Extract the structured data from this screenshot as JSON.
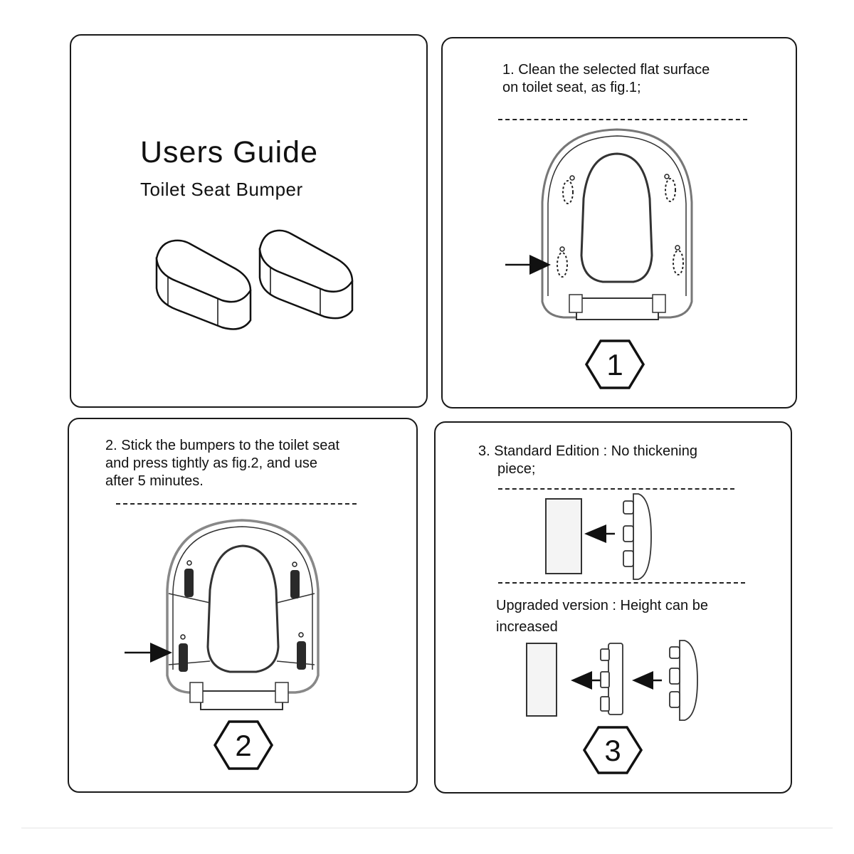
{
  "cover": {
    "title": "Users Guide",
    "subtitle": "Toilet Seat Bumper"
  },
  "step1": {
    "line1": "1. Clean the selected flat surface",
    "line2": "on toilet seat, as fig.1;",
    "badge": "1"
  },
  "step2": {
    "line1": "2. Stick the bumpers to the toilet seat",
    "line2": "and press tightly as fig.2, and use",
    "line3": "after 5 minutes.",
    "badge": "2"
  },
  "step3": {
    "standard_line1": "3. Standard Edition : No thickening",
    "standard_line2": "piece;",
    "upgraded_line1": "Upgraded version : Height can be",
    "upgraded_line2": "increased",
    "badge": "3"
  }
}
